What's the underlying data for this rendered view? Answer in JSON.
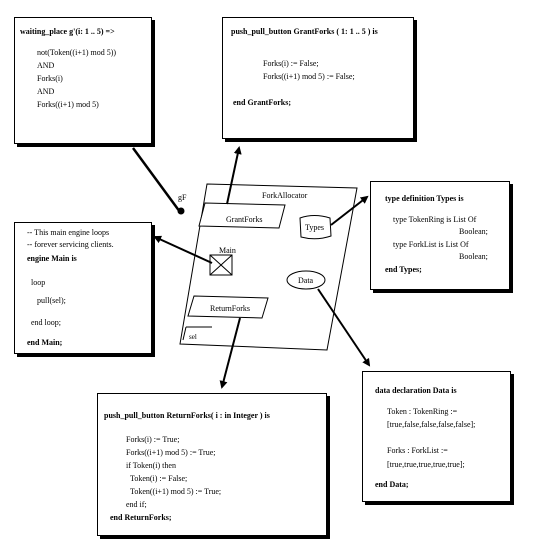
{
  "waiting_place": {
    "lines": [
      "waiting_place g'(i: 1 .. 5) =>",
      "not(Token((i+1) mod 5))",
      "AND",
      "Forks(i)",
      "AND",
      "Forks((i+1) mod 5)"
    ]
  },
  "grant_forks_button": {
    "lines": [
      "push_pull_button GrantForks ( 1: 1 .. 5 ) is",
      "Forks(i) := False;",
      "Forks((i+1) mod 5) := False;",
      "end GrantForks;"
    ]
  },
  "types_definition": {
    "lines": [
      "type definition Types is",
      "type TokenRing is List Of",
      "Boolean;",
      "type ForkList is List Of",
      "Boolean;",
      "end Types;"
    ]
  },
  "main_engine": {
    "lines": [
      "-- This main engine loops",
      "-- forever servicing clients.",
      "engine Main is",
      "loop",
      "pull(sel);",
      "end loop;",
      "end Main;"
    ]
  },
  "data_declaration": {
    "lines": [
      "data declaration Data is",
      "Token : TokenRing :=",
      "[true,false,false,false,false];",
      "Forks : ForkList :=",
      "[true,true,true,true,true];",
      "end Data;"
    ]
  },
  "return_forks_button": {
    "lines": [
      "push_pull_button ReturnForks( i : in Integer ) is",
      "Forks(i) := True;",
      "Forks((i+1) mod 5) := True;",
      "if Token(i) then",
      "Token(i) := False;",
      "Token((i+1) mod 5) := True;",
      "end if;",
      "end ReturnForks;"
    ]
  },
  "fork_allocator": {
    "title": "ForkAllocator",
    "grant_label": "GrantForks",
    "main_label": "Main",
    "return_label": "ReturnForks",
    "sel_label": "sel",
    "types_label": "Types",
    "data_label": "Data",
    "g_label": "gF"
  }
}
